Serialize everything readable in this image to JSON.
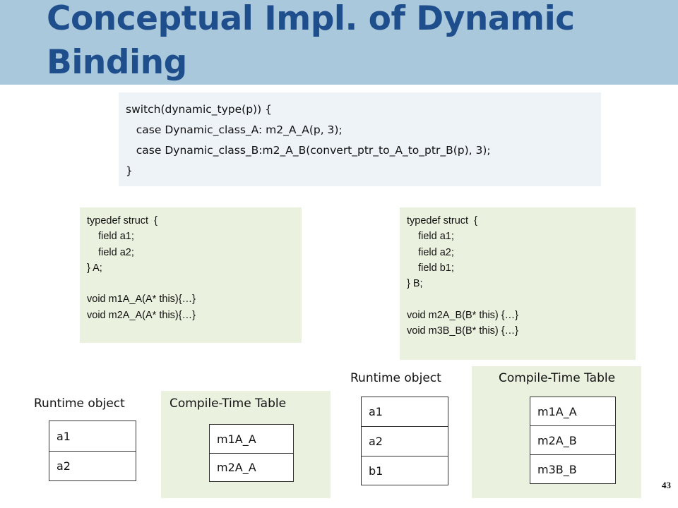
{
  "slide": {
    "title": "Conceptual Impl. of Dynamic Binding",
    "page_number": "43"
  },
  "dispatch_code": [
    "switch(dynamic_type(p)) {",
    "   case Dynamic_class_A: m2_A_A(p, 3);",
    "   case Dynamic_class_B:m2_A_B(convert_ptr_to_A_to_ptr_B(p), 3);",
    "}"
  ],
  "struct_a": [
    "typedef struct  {",
    "    field a1;",
    "    field a2;",
    "} A;",
    "",
    "void m1A_A(A* this){…}",
    "void m2A_A(A* this){…}"
  ],
  "struct_b": [
    "typedef struct  {",
    "    field a1;",
    "    field a2;",
    "    field b1;",
    "} B;",
    "",
    "void m2A_B(B* this) {…}",
    "void m3B_B(B* this) {…}"
  ],
  "left_diagram": {
    "runtime_label": "Runtime object",
    "runtime_fields": [
      "a1",
      "a2"
    ],
    "table_label": "Compile-Time Table",
    "table_entries": [
      "m1A_A",
      "m2A_A"
    ]
  },
  "right_diagram": {
    "runtime_label": "Runtime object",
    "runtime_fields": [
      "a1",
      "a2",
      "b1"
    ],
    "table_label": "Compile-Time Table",
    "table_entries": [
      "m1A_A",
      "m2A_B",
      "m3B_B"
    ]
  }
}
